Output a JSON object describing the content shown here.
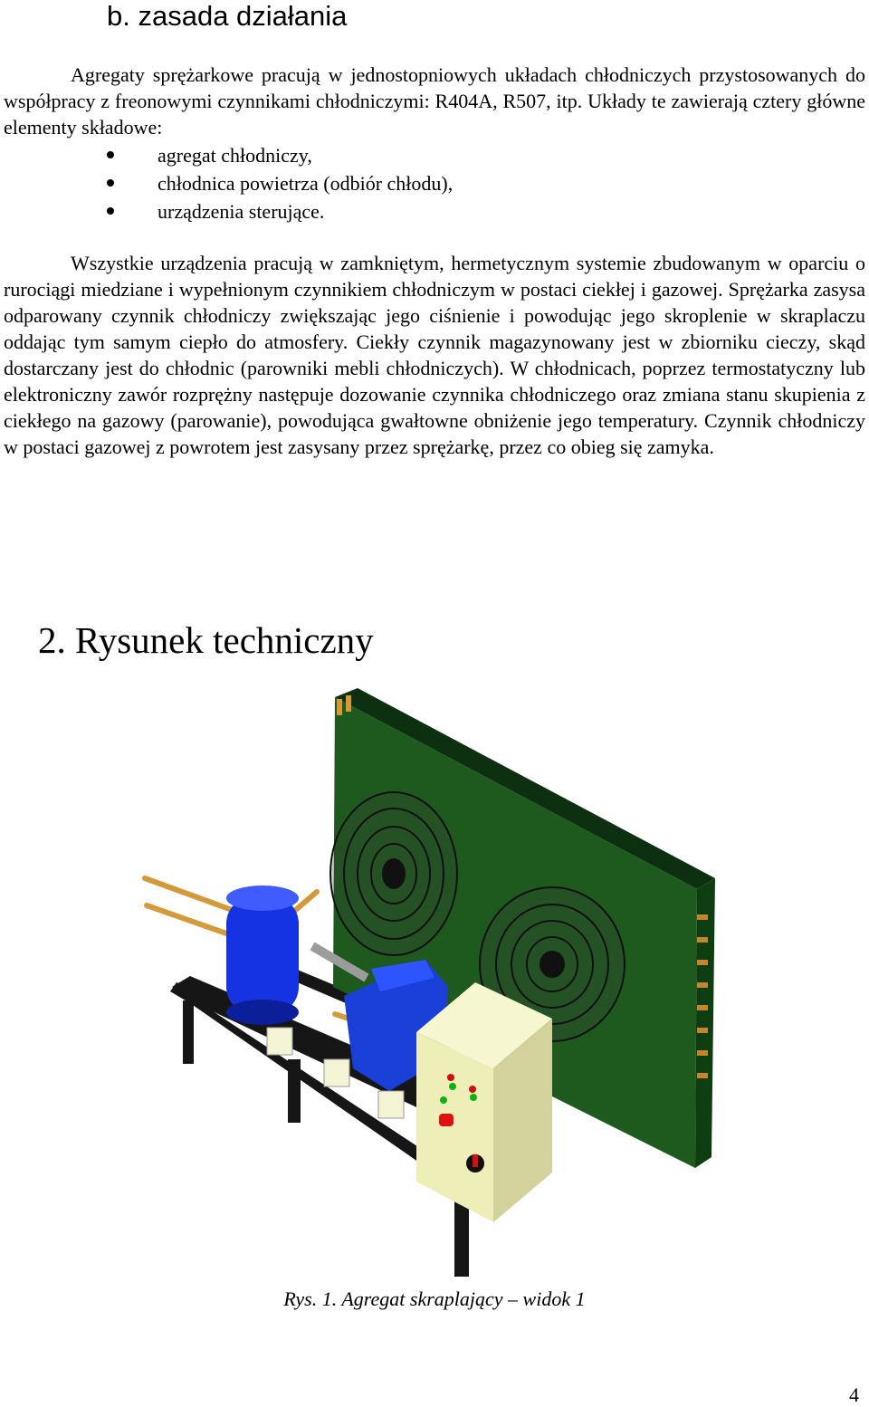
{
  "subsection": {
    "title": "b. zasada działania"
  },
  "paragraph1": "Agregaty sprężarkowe pracują w jednostopniowych układach chłodniczych przystosowanych do współpracy z freonowymi czynnikami chłodniczymi: R404A, R507, itp. Układy te zawierają cztery główne elementy składowe:",
  "bullets": [
    "agregat chłodniczy,",
    "chłodnica powietrza (odbiór chłodu),",
    "urządzenia sterujące."
  ],
  "paragraph2": "Wszystkie urządzenia pracują w zamkniętym, hermetycznym systemie zbudowanym w oparciu o rurociągi miedziane i wypełnionym czynnikiem chłodniczym w postaci ciekłej i gazowej. Sprężarka zasysa odparowany czynnik chłodniczy zwiększając jego ciśnienie i powodując jego skroplenie w skraplaczu oddając tym samym ciepło do atmosfery. Ciekły czynnik magazynowany jest w zbiorniku cieczy, skąd dostarczany jest do chłodnic (parowniki mebli chłodniczych). W chłodnicach, poprzez termostatyczny lub elektroniczny zawór rozprężny następuje dozowanie czynnika chłodniczego oraz zmiana stanu skupienia z ciekłego na gazowy (parowanie), powodująca gwałtowne obniżenie jego temperatury. Czynnik chłodniczy w postaci gazowej z powrotem jest zasysany przez sprężarkę, przez co obieg się zamyka.",
  "section": {
    "title": "2. Rysunek techniczny"
  },
  "figure": {
    "caption": "Rys. 1. Agregat skraplający – widok 1",
    "colors": {
      "condenser": "#1e5a1e",
      "receiver": "#1533e0",
      "compressor": "#1a3fd6",
      "control_box": "#eeeeb8",
      "frame": "#161616",
      "copper_pipe": "#d49a3a"
    }
  },
  "page_number": "4"
}
